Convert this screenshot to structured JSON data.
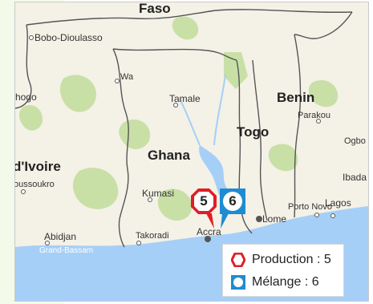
{
  "labels": {
    "faso": "Faso",
    "bobo": "Bobo-Dioulasso",
    "wa": "Wa",
    "tamale": "Tamale",
    "benin": "Benin",
    "parakou": "Parakou",
    "togo": "Togo",
    "ghana": "Ghana",
    "ivoire": "d'Ivoire",
    "yamoussoukro": "oussoukro",
    "kumasi": "Kumasi",
    "porto_novo": "Porto Novo",
    "lome": "Lome",
    "lagos": "Lagos",
    "ibadan": "Ibada",
    "ogbo": "Ogbo",
    "abidjan": "Abidjan",
    "grand_bassam": "Grand-Bassam",
    "takoradi": "Takoradi",
    "accra": "Accra",
    "hogo": "hogo"
  },
  "markers": {
    "production": {
      "count": "5",
      "color": "#e01e26"
    },
    "melange": {
      "count": "6",
      "color": "#1e8cd2"
    }
  },
  "legend": {
    "production": "Production : 5",
    "melange": "Mélange : 6"
  },
  "colors": {
    "land": "#f4f1e7",
    "sea": "#a6cff7",
    "water": "#a6cff7",
    "forest": "#c8e0a6",
    "border": "#555555"
  }
}
